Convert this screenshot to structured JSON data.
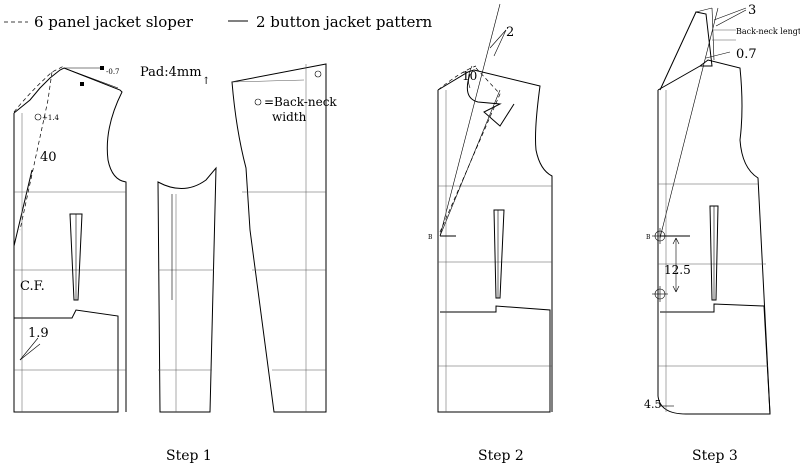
{
  "legend": {
    "sloper": "6 panel jacket sloper",
    "pattern": "2 button jacket pattern"
  },
  "step1": {
    "label": "Step 1",
    "pad": "Pad:4mm",
    "back_neck": "=Back-neck",
    "back_neck_2": "width",
    "m_07": "-0.7",
    "m_14": "+1.4",
    "m_40": "40",
    "cf": "C.F.",
    "m_19": "1.9"
  },
  "step2": {
    "label": "Step 2",
    "m_2": "2",
    "m_10": "10",
    "b": "B"
  },
  "step3": {
    "label": "Step 3",
    "m_3": "3",
    "back_neck_length": "Back-neck length",
    "m_07": "0.7",
    "b": "B",
    "m_125": "12.5",
    "m_45": "4.5"
  }
}
